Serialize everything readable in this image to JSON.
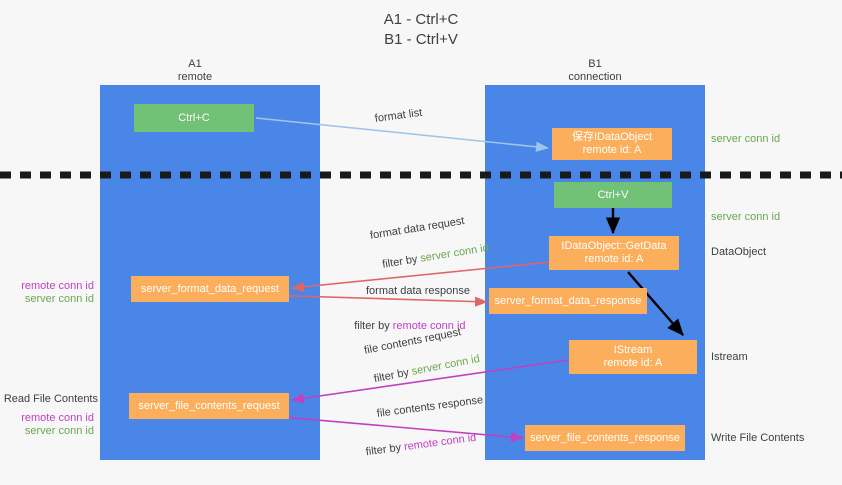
{
  "title": "A1 - Ctrl+C\nB1 - Ctrl+V",
  "lanes": [
    {
      "name": "A1",
      "sub": "remote",
      "header": "A1\nremote"
    },
    {
      "name": "B1",
      "sub": "connection",
      "header": "B1\nconnection"
    }
  ],
  "boxes": {
    "ctrl_c": "Ctrl+C",
    "save_idataobject": "保存IDataObject\nremote id: A",
    "ctrl_v": "Ctrl+V",
    "getdata": "IDataObject::GetData\nremote id: A",
    "server_format_data_request": "server_format_data_request",
    "server_format_data_response": "server_format_data_response",
    "istream": "IStream\nremote id: A",
    "server_file_contents_request": "server_file_contents_request",
    "server_file_contents_response": "server_file_contents_response"
  },
  "edge_labels": {
    "format_list": "format list",
    "format_data_request": "format data request",
    "format_data_response": "format data response",
    "file_contents_request": "file contents request",
    "file_contents_response": "file contents response",
    "filter_by": "filter by ",
    "server_conn_id": "server conn id",
    "remote_conn_id": "remote conn id"
  },
  "side_labels": {
    "server_conn_id_top": "server conn id",
    "server_conn_id_mid": "server conn id",
    "dataobject": "DataObject",
    "istream": "Istream",
    "write_file_contents": "Write File Contents",
    "read_file_contents": "Read File Contents",
    "remote_conn_id": "remote conn id",
    "server_conn_id": "server conn id"
  },
  "colors": {
    "lane": "#4a86e8",
    "green_box": "#71c176",
    "orange_box": "#fbaf5d",
    "green_text": "#6aa84f",
    "magenta_text": "#c23fc2",
    "blue_arrow": "#9fc5e8",
    "red_arrow": "#e06666",
    "magenta_arrow": "#c23fc2",
    "black_arrow": "#000000",
    "divider": "#1a1a1a",
    "background": "#f7f7f7"
  }
}
